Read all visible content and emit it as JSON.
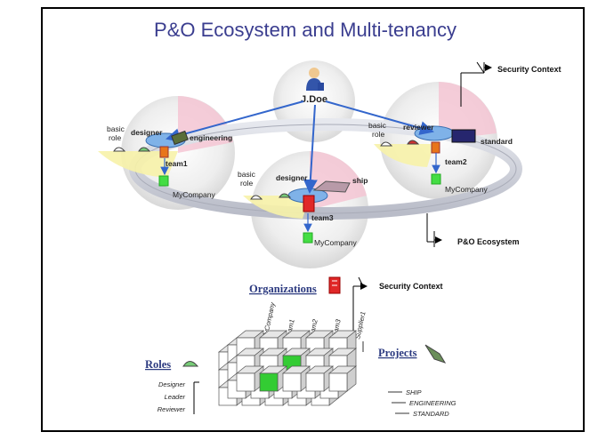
{
  "title": "P&O Ecosystem and Multi-tenancy",
  "top": {
    "user": "J.Doe",
    "security_context": "Security Context",
    "ecosystem": "P&O Ecosystem",
    "left_tenant": {
      "basic": "basic",
      "role": "role",
      "designer": "designer",
      "project": "engineering",
      "team": "team1",
      "company": "MyCompany"
    },
    "right_tenant": {
      "basic": "basic",
      "role": "role",
      "designer": "reviewer",
      "project": "standard",
      "team": "team2",
      "company": "MyCompany"
    },
    "bottom_tenant": {
      "basic": "basic",
      "role": "role",
      "designer": "designer",
      "project": "ship",
      "team": "team3",
      "company": "MyCompany"
    }
  },
  "bottom": {
    "organizations": "Organizations",
    "projects": "Projects",
    "roles": "Roles",
    "security_context": "Security Context",
    "org_columns": [
      "MyCompany",
      "Team1",
      "Team2",
      "Team3",
      "Supplier1"
    ],
    "role_rows": [
      "Designer",
      "Leader",
      "Reviewer"
    ],
    "project_rows": [
      "SHIP",
      "ENGINEERING",
      "STANDARD"
    ]
  },
  "colors": {
    "title": "#3a3d8f",
    "arrow": "#3366cc",
    "highlight": "#33cc33",
    "ring": "#c9ccd6",
    "pink": "#f4c6d4",
    "yellow": "#f7f2a8"
  }
}
